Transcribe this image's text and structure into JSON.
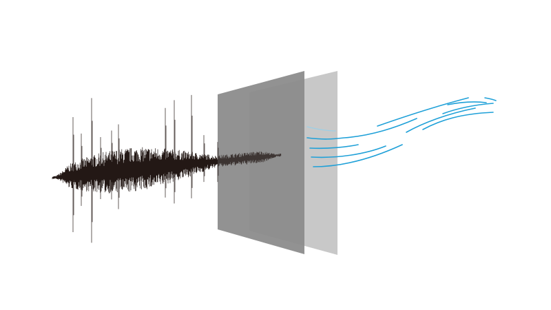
{
  "diagram": {
    "colors": {
      "background": "#ffffff",
      "waveform": "#231815",
      "panel_front": "#8c8c8c",
      "panel_back": "#c8c8c8",
      "panel_overlap": "#a6a6a6",
      "airflow": "#1ea0d8",
      "airflow_faint": "#9ccfe6"
    },
    "elements": [
      {
        "name": "sound-waveform",
        "description_icon": "sound-wave-icon"
      },
      {
        "name": "absorber-panel-front",
        "description_icon": "panel-icon"
      },
      {
        "name": "absorber-panel-back",
        "description_icon": "panel-icon"
      },
      {
        "name": "airflow-lines",
        "description_icon": "air-flow-icon"
      }
    ]
  }
}
